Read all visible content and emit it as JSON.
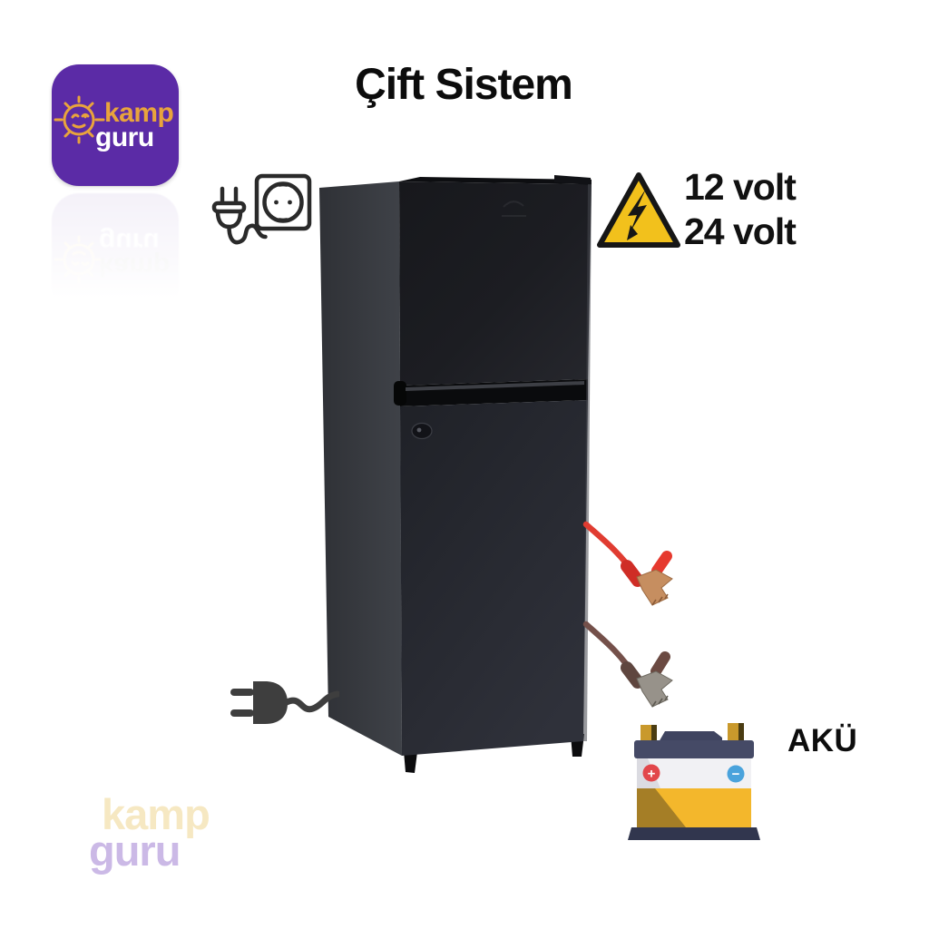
{
  "page": {
    "background_color": "#ffffff"
  },
  "header": {
    "title": "Çift Sistem",
    "title_color": "#0c0c0c"
  },
  "brand_logo": {
    "icon": "sun-face-icon",
    "word_top": "kamp",
    "word_bottom": "guru",
    "background_color": "#5b2ba6",
    "word_top_color": "#e9a43c",
    "word_bottom_color": "#ffffff"
  },
  "ac_power": {
    "icon": "plug-and-socket-outline-icon",
    "plug_illustration_icon": "power-plug-with-cable-icon",
    "line_color": "#2a2a2a",
    "plug_fill_color": "#3e3e3e"
  },
  "dc_power": {
    "warning_icon": "high-voltage-warning-triangle-icon",
    "triangle_fill_color": "#f2c11c",
    "labels": [
      "12 volt",
      "24 volt"
    ],
    "positive_cable_color": "#e03c31",
    "negative_cable_color": "#6e4a40",
    "positive_clamp_icon": "battery-clamp-positive-icon",
    "negative_clamp_icon": "battery-clamp-negative-icon"
  },
  "refrigerator": {
    "illustration": "two-door-black-refrigerator-photo",
    "front_color": "#202228",
    "side_color": "#393c42"
  },
  "battery": {
    "label": "AKÜ",
    "icon": "car-battery-icon",
    "plus_symbol": "+",
    "minus_symbol": "−",
    "body_color": "#f3b72c",
    "cap_color": "#454a66",
    "positive_badge_color": "#e2474b",
    "negative_badge_color": "#4aa3dc"
  },
  "watermark": {
    "word_top": "kamp",
    "word_bottom": "guru",
    "word_top_color": "#f6e8c2",
    "word_bottom_color": "#cbb9e6"
  }
}
